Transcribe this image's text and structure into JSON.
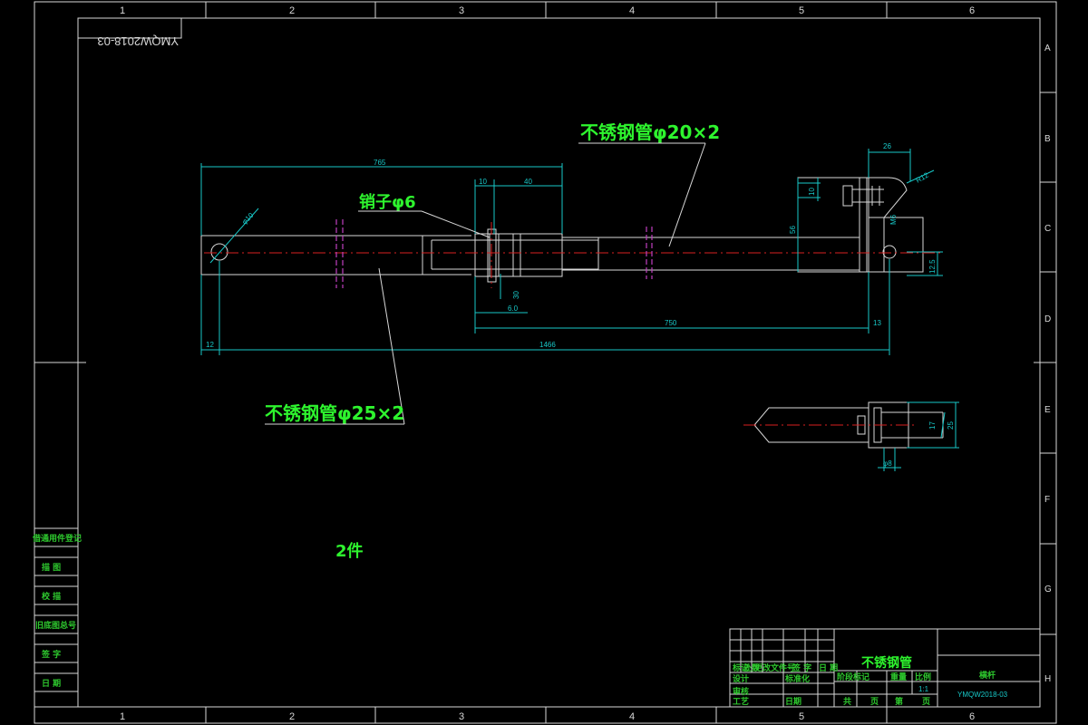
{
  "drawing_code_mirrored": "YMQW2018-03",
  "frame": {
    "col_labels": [
      "1",
      "2",
      "3",
      "4",
      "5",
      "6"
    ],
    "row_labels": [
      "A",
      "B",
      "C",
      "D",
      "E",
      "F",
      "G",
      "H"
    ]
  },
  "callouts": {
    "tube_small": "不锈钢管φ20×2",
    "tube_large": "不锈钢管φ25×2",
    "pin": "销子φ6",
    "quantity": "2件"
  },
  "dimensions": {
    "d765": "765",
    "d10": "10",
    "d40": "40",
    "phi10": "φ10",
    "d30": "30",
    "d60": "6.0",
    "d750": "750",
    "d13": "13",
    "d12": "12",
    "d1466": "1466",
    "d26": "26",
    "r12": "R12",
    "d10b": "10",
    "m6": "M6",
    "d56": "56",
    "d12_5": "12.5",
    "d17": "17",
    "d25": "25",
    "phi8": "φ8"
  },
  "side_table": [
    "借通用件登记",
    "描 图",
    "校 描",
    "旧底图总号",
    "签 字",
    "日 期"
  ],
  "title_block": {
    "title": "不锈钢管",
    "scale_value": "1:1",
    "drawing_no": "YMQW2018-03",
    "material": "横杆",
    "labels": [
      "标记",
      "处数",
      "更改文件号",
      "签 字",
      "日 期",
      "设计",
      "标准化",
      "审核",
      "工艺",
      "日期",
      "阶段标记",
      "重量",
      "比例",
      "共",
      "页",
      "第",
      "页"
    ]
  },
  "colors": {
    "frame": "#d8d8d8",
    "dimension": "#18c8c8",
    "callout": "#2ef52e",
    "centerline": "#d82020",
    "break": "#c040c0"
  }
}
